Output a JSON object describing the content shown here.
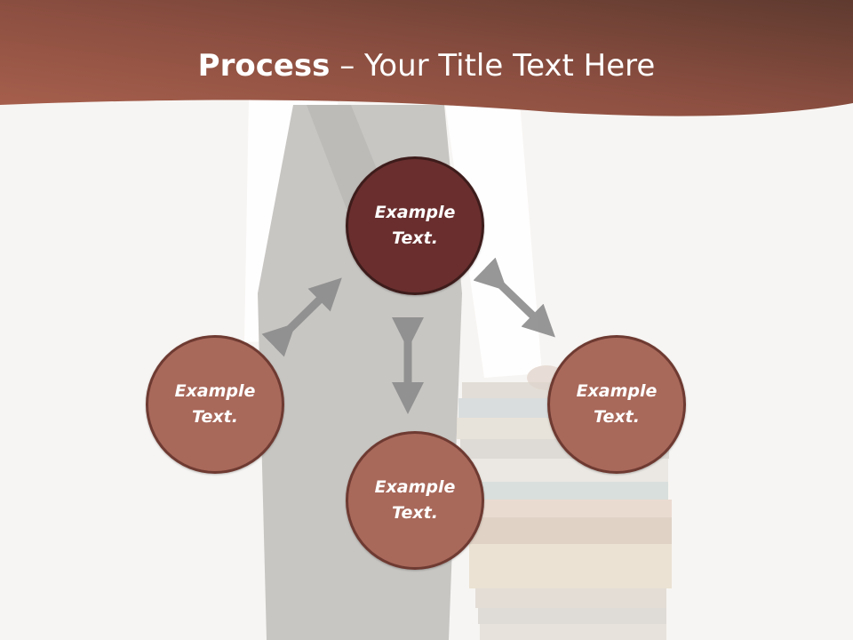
{
  "slide": {
    "title_bold": "Process",
    "title_separator": " – ",
    "title_rest": "Your Title Text Here"
  },
  "nodes": {
    "top": "Example Text.",
    "left": "Example Text.",
    "bottom": "Example Text.",
    "right": "Example Text."
  },
  "colors": {
    "header": "#8a4c3c",
    "node_dark": "#6a2e2e",
    "node_light": "#a8685a",
    "arrow": "#8c8c8c"
  },
  "icons": [
    "double-arrow-icon"
  ]
}
